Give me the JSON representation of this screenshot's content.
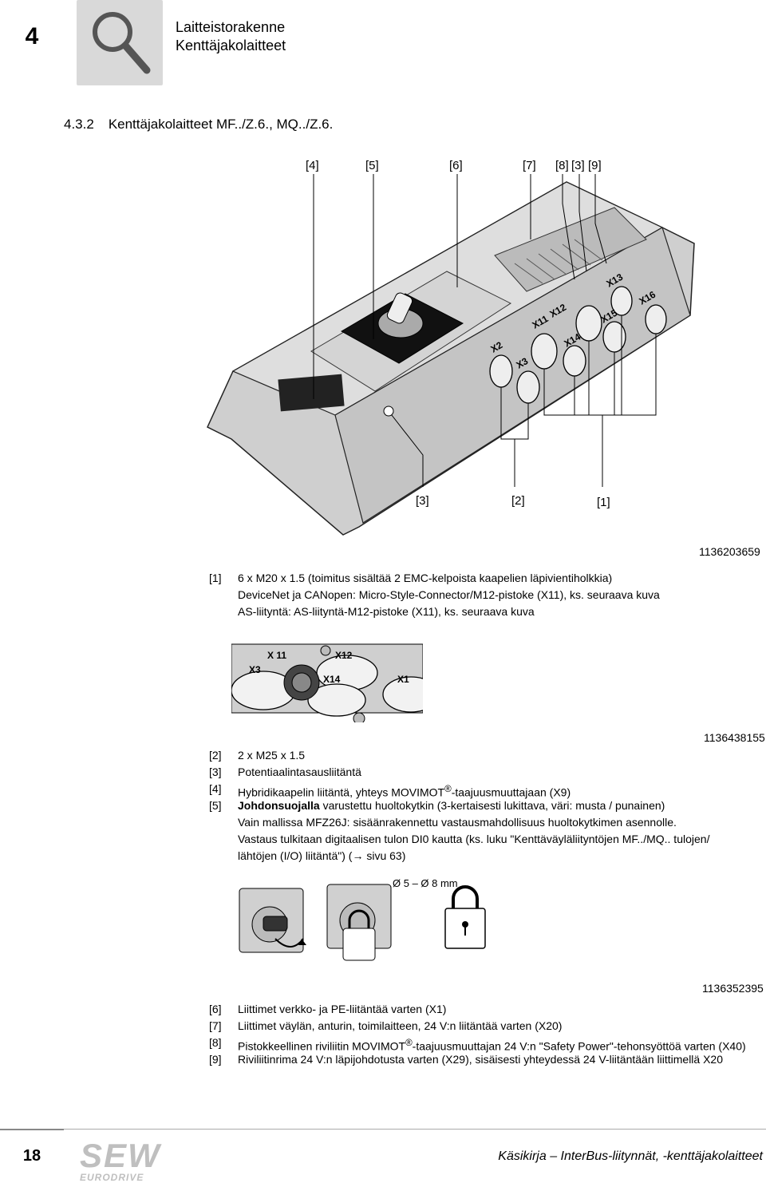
{
  "header": {
    "chapter": "4",
    "title_line1": "Laitteistorakenne",
    "title_line2": "Kenttäjakolaitteet"
  },
  "section": {
    "number": "4.3.2",
    "title": "Kenttäjakolaitteet MF../Z.6., MQ../Z.6."
  },
  "figure1": {
    "id": "1136203659",
    "callouts_top": [
      "[4]",
      "[5]",
      "[6]",
      "[7]",
      "[8]",
      "[3]",
      "[9]"
    ],
    "callouts_bottom": [
      "[3]",
      "[2]",
      "[1]"
    ],
    "labels": [
      "X2",
      "X3",
      "X11",
      "X12",
      "X13",
      "X14",
      "X15",
      "X16"
    ]
  },
  "legend1": [
    {
      "key": "[1]",
      "lines": [
        "6 x M20 x 1.5 (toimitus sisältää 2 EMC-kelpoista kaapelien läpivientiholkkia)",
        "DeviceNet ja CANopen: Micro-Style-Connector/M12-pistoke (X11), ks. seuraava kuva",
        "AS-liityntä: AS-liityntä-M12-pistoke (X11), ks. seuraava kuva"
      ]
    }
  ],
  "figure2": {
    "id": "1136438155",
    "labels": [
      "X 11",
      "X12",
      "X3",
      "X14",
      "X1"
    ]
  },
  "legend2": [
    {
      "key": "[2]",
      "text": "2 x M25 x 1.5"
    },
    {
      "key": "[3]",
      "text": "Potentiaalintasausliitäntä"
    },
    {
      "key": "[4]",
      "text_a": "Hybridikaapelin liitäntä, yhteys MOVIMOT",
      "sup": "®",
      "text_b": "-taajuusmuuttajaan (X9)"
    },
    {
      "key": "[5]",
      "bold": "Johdonsuojalla",
      "text": " varustettu huoltokytkin (3-kertaisesti lukittava, väri: musta / punainen)",
      "extra": [
        "Vain mallissa MFZ26J: sisäänrakennettu vastausmahdollisuus huoltokytkimen asennolle.",
        "Vastaus tulkitaan digitaalisen tulon DI0 kautta (ks. luku \"Kenttäväyläliityntöjen MF../MQ.. tulojen/",
        "lähtöjen (I/O) liitäntä\") (→ sivu 63)"
      ]
    }
  ],
  "figure3": {
    "id": "1136352395",
    "dimension": "Ø 5 – Ø 8 mm"
  },
  "legend3": [
    {
      "key": "[6]",
      "text": "Liittimet verkko- ja PE-liitäntää varten (X1)"
    },
    {
      "key": "[7]",
      "text": "Liittimet väylän, anturin, toimilaitteen, 24 V:n liitäntää varten (X20)"
    },
    {
      "key": "[8]",
      "text_a": "Pistokkeellinen riviliitin MOVIMOT",
      "sup": "®",
      "text_b": "-taajuusmuuttajan 24 V:n \"Safety Power\"-tehonsyöttöä varten (X40)"
    },
    {
      "key": "[9]",
      "text": "Riviliitinrima 24 V:n läpijohdotusta varten (X29), sisäisesti yhteydessä 24 V-liitäntään liittimellä X20"
    }
  ],
  "footer": {
    "page": "18",
    "logo": "SEW",
    "logo_sub": "EURODRIVE",
    "title": "Käsikirja – InterBus-liitynnät, -kenttäjakolaitteet"
  }
}
